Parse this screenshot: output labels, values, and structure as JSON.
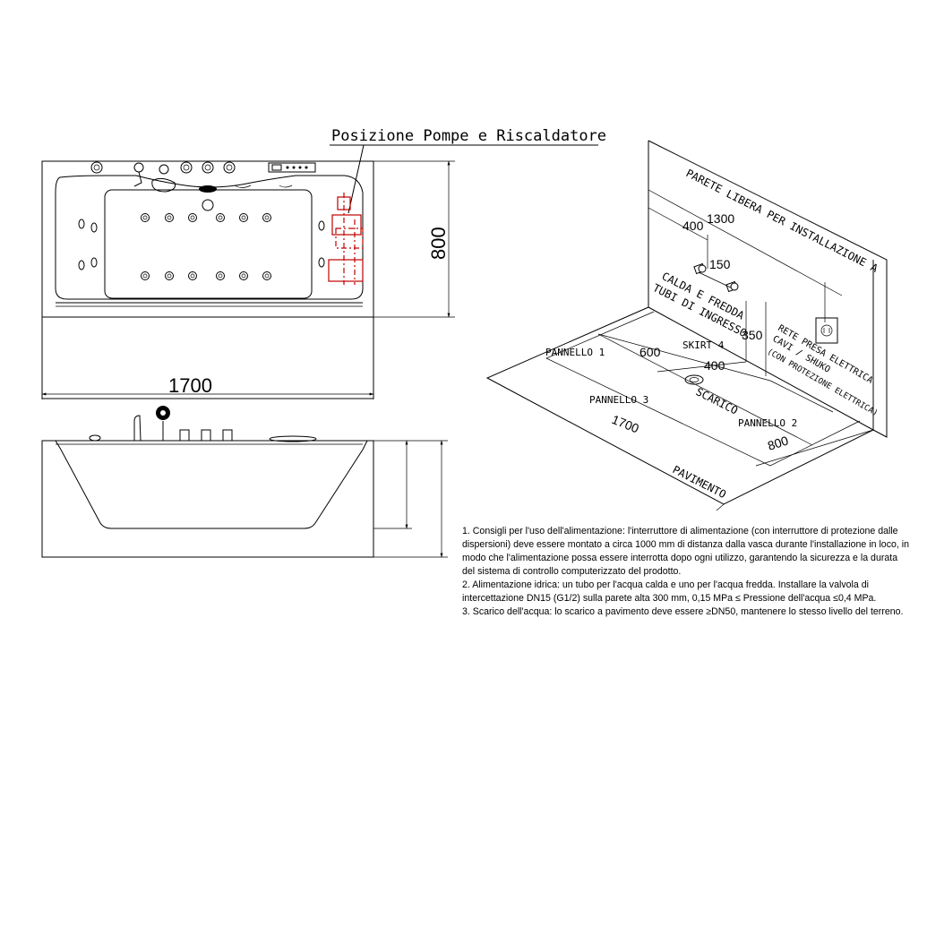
{
  "title": "Posizione Pompe e Riscaldatore",
  "top_view": {
    "width_dim": "1700",
    "depth_dim": "800"
  },
  "iso": {
    "wall_label": "PARETE LIBERA PER INSTALLAZIONE A",
    "dim_1300": "1300",
    "dim_400_top": "400",
    "dim_150": "150",
    "inlet_label_1": "CALDA E FREDDA",
    "inlet_label_2": "TUBI DI INGRESSO",
    "dim_350": "350",
    "electric_1": "RETE PRESA ELETTRICA",
    "electric_2": "CAVI / SHUKO",
    "electric_3": "(CON PROTEZIONE ELETTRICA)",
    "panel_1": "PANNELLO 1",
    "dim_600": "600",
    "skirt_4": "SKIRT 4",
    "dim_400_floor": "400",
    "drain": "SCARICO",
    "panel_3": "PANNELLO 3",
    "dim_1700": "1700",
    "panel_2": "PANNELLO 2",
    "dim_800": "800",
    "floor": "PAVIMENTO"
  },
  "notes": [
    "1. Consigli per l'uso dell'alimentazione: l'interruttore di alimentazione (con interruttore di protezione dalle dispersioni) deve essere montato a circa 1000 mm di distanza dalla vasca durante l'installazione in loco, in modo che l'alimentazione possa essere interrotta dopo ogni utilizzo, garantendo la sicurezza e la durata del sistema di controllo computerizzato del prodotto.",
    "2. Alimentazione idrica: un tubo per l'acqua calda e uno per l'acqua fredda. Installare la valvola di intercettazione DN15 (G1/2) sulla parete alta 300 mm, 0,15 MPa ≤ Pressione dell'acqua ≤0,4 MPa.",
    "3. Scarico dell'acqua: lo scarico a pavimento deve essere ≥DN50, mantenere lo stesso livello del terreno."
  ]
}
